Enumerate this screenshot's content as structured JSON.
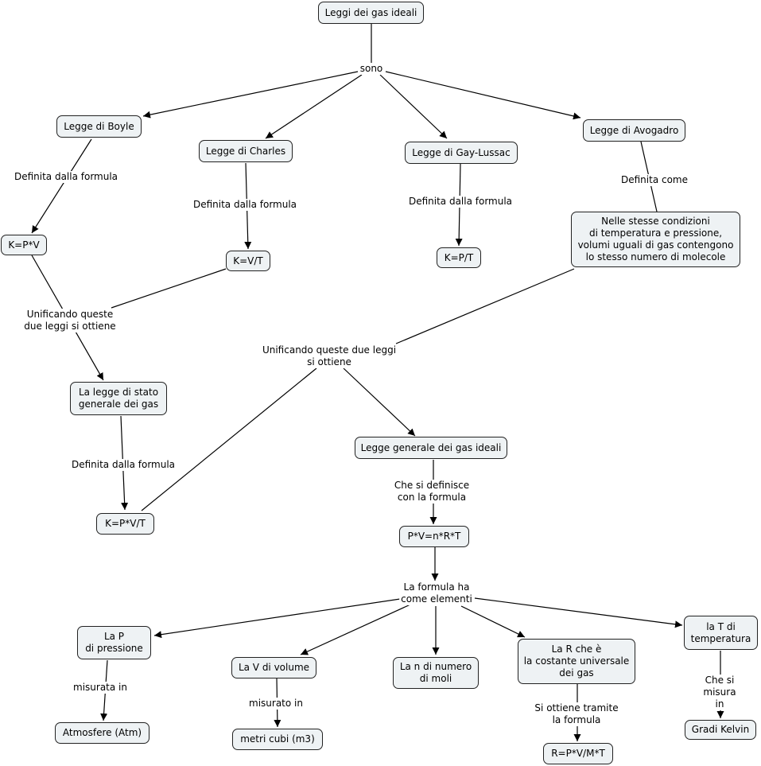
{
  "nodes": {
    "root": "Leggi dei gas ideali",
    "boyle": "Legge di Boyle",
    "charles": "Legge di Charles",
    "gaylussac": "Legge di Gay-Lussac",
    "avogadro": "Legge di Avogadro",
    "f_boyle": "K=P*V",
    "f_charles": "K=V/T",
    "f_gaylussac": "K=P/T",
    "avogadro_def": "Nelle stesse condizioni\ndi temperatura e pressione,\nvolumi uguali di gas contengono\nlo stesso numero di molecole",
    "stato": "La legge di stato\ngenerale dei gas",
    "f_stato": "K=P*V/T",
    "generale": "Legge generale dei gas ideali",
    "f_generale": "P*V=n*R*T",
    "p": "La P\ndi pressione",
    "v": "La V di volume",
    "n": "La n di numero\ndi moli",
    "r": "La R che è\nla costante universale\ndei gas",
    "t": "la T di\ntemperatura",
    "atm": "Atmosfere (Atm)",
    "m3": "metri cubi (m3)",
    "r_formula": "R=P*V/M*T",
    "kelvin": "Gradi Kelvin"
  },
  "links": {
    "sono": "sono",
    "def_boyle": "Definita dalla formula",
    "def_charles": "Definita dalla formula",
    "def_gaylussac": "Definita dalla formula",
    "def_avogadro": "Definita come",
    "unif1": "Unificando queste\ndue leggi si ottiene",
    "unif2": "Unificando queste due leggi\nsi ottiene",
    "def_stato": "Definita dalla formula",
    "che_si": "Che si definisce\ncon la formula",
    "elementi": "La formula ha\ncome elementi",
    "misurata": "misurata in",
    "misurato": "misurato in",
    "ottiene": "Si ottiene tramite\nla formula",
    "che_si_misura": "Che si misura in"
  }
}
